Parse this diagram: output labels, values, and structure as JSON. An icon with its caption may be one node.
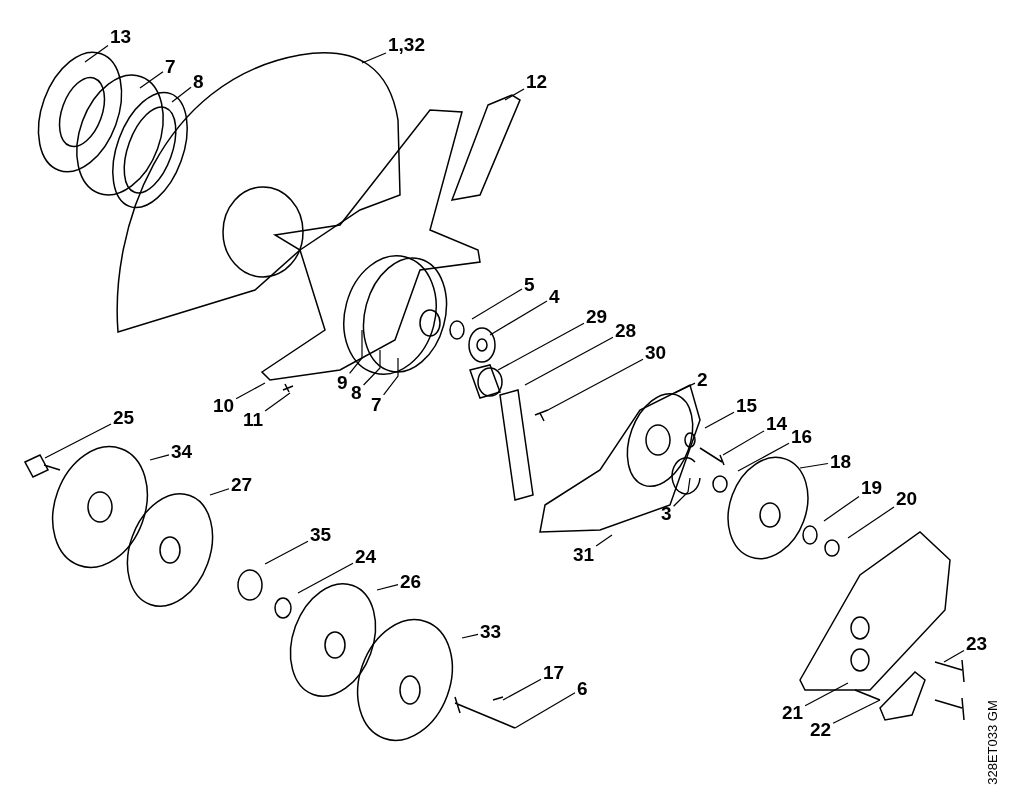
{
  "diagram": {
    "nodes": [
      {
        "text": [
          "13"
        ]
      },
      {
        "text": [
          "7"
        ]
      },
      {
        "text": [
          "8"
        ]
      },
      {
        "text": [
          "1,32"
        ]
      },
      {
        "text": [
          "12"
        ]
      },
      {
        "text": [
          "5"
        ]
      },
      {
        "text": [
          "4"
        ]
      },
      {
        "text": [
          "29"
        ]
      },
      {
        "text": [
          "28"
        ]
      },
      {
        "text": [
          "30"
        ]
      },
      {
        "text": [
          "2"
        ]
      },
      {
        "text": [
          "15"
        ]
      },
      {
        "text": [
          "14"
        ]
      },
      {
        "text": [
          "16"
        ]
      },
      {
        "text": [
          "18"
        ]
      },
      {
        "text": [
          "3"
        ]
      },
      {
        "text": [
          "19"
        ]
      },
      {
        "text": [
          "20"
        ]
      },
      {
        "text": [
          "31"
        ]
      },
      {
        "text": [
          "25"
        ]
      },
      {
        "text": [
          "34"
        ]
      },
      {
        "text": [
          "27"
        ]
      },
      {
        "text": [
          "9"
        ]
      },
      {
        "text": [
          "8"
        ]
      },
      {
        "text": [
          "7"
        ]
      },
      {
        "text": [
          "10"
        ]
      },
      {
        "text": [
          "11"
        ]
      },
      {
        "text": [
          "35"
        ]
      },
      {
        "text": [
          "24"
        ]
      },
      {
        "text": [
          "26"
        ]
      },
      {
        "text": [
          "33"
        ]
      },
      {
        "text": [
          "17"
        ]
      },
      {
        "text": [
          "6"
        ]
      },
      {
        "text": [
          "21"
        ]
      },
      {
        "text": [
          "22"
        ]
      },
      {
        "text": [
          "23"
        ]
      }
    ],
    "edges": [
      {
        "from": 0,
        "to": null,
        "arrow": "none"
      },
      {
        "from": 1,
        "to": null,
        "arrow": "none"
      },
      {
        "from": 2,
        "to": null,
        "arrow": "none"
      },
      {
        "from": 3,
        "to": null,
        "arrow": "none"
      },
      {
        "from": 4,
        "to": null,
        "arrow": "none"
      },
      {
        "from": 5,
        "to": null,
        "arrow": "none"
      },
      {
        "from": 6,
        "to": null,
        "arrow": "none"
      },
      {
        "from": 7,
        "to": null,
        "arrow": "none"
      },
      {
        "from": 8,
        "to": null,
        "arrow": "none"
      },
      {
        "from": 9,
        "to": null,
        "arrow": "none"
      },
      {
        "from": 10,
        "to": null,
        "arrow": "none"
      },
      {
        "from": 11,
        "to": null,
        "arrow": "none"
      },
      {
        "from": 12,
        "to": null,
        "arrow": "none"
      },
      {
        "from": 13,
        "to": null,
        "arrow": "none"
      },
      {
        "from": 14,
        "to": null,
        "arrow": "none"
      },
      {
        "from": 15,
        "to": null,
        "arrow": "none"
      },
      {
        "from": 16,
        "to": null,
        "arrow": "none"
      },
      {
        "from": 17,
        "to": null,
        "arrow": "none"
      },
      {
        "from": 18,
        "to": null,
        "arrow": "none"
      },
      {
        "from": 19,
        "to": null,
        "arrow": "none"
      },
      {
        "from": 20,
        "to": null,
        "arrow": "none"
      },
      {
        "from": 21,
        "to": null,
        "arrow": "none"
      },
      {
        "from": 22,
        "to": null,
        "arrow": "none"
      },
      {
        "from": 23,
        "to": null,
        "arrow": "none"
      },
      {
        "from": 24,
        "to": null,
        "arrow": "none"
      },
      {
        "from": 25,
        "to": null,
        "arrow": "none"
      },
      {
        "from": 26,
        "to": null,
        "arrow": "none"
      },
      {
        "from": 27,
        "to": null,
        "arrow": "none"
      },
      {
        "from": 28,
        "to": null,
        "arrow": "none"
      },
      {
        "from": 29,
        "to": null,
        "arrow": "none"
      },
      {
        "from": 30,
        "to": null,
        "arrow": "none"
      },
      {
        "from": 31,
        "to": null,
        "arrow": "none"
      },
      {
        "from": 32,
        "to": null,
        "arrow": "none"
      },
      {
        "from": 33,
        "to": null,
        "arrow": "none"
      },
      {
        "from": 34,
        "to": null,
        "arrow": "none"
      },
      {
        "from": 35,
        "to": null,
        "arrow": "none"
      }
    ],
    "labels": [
      "328ET033 GM"
    ]
  }
}
